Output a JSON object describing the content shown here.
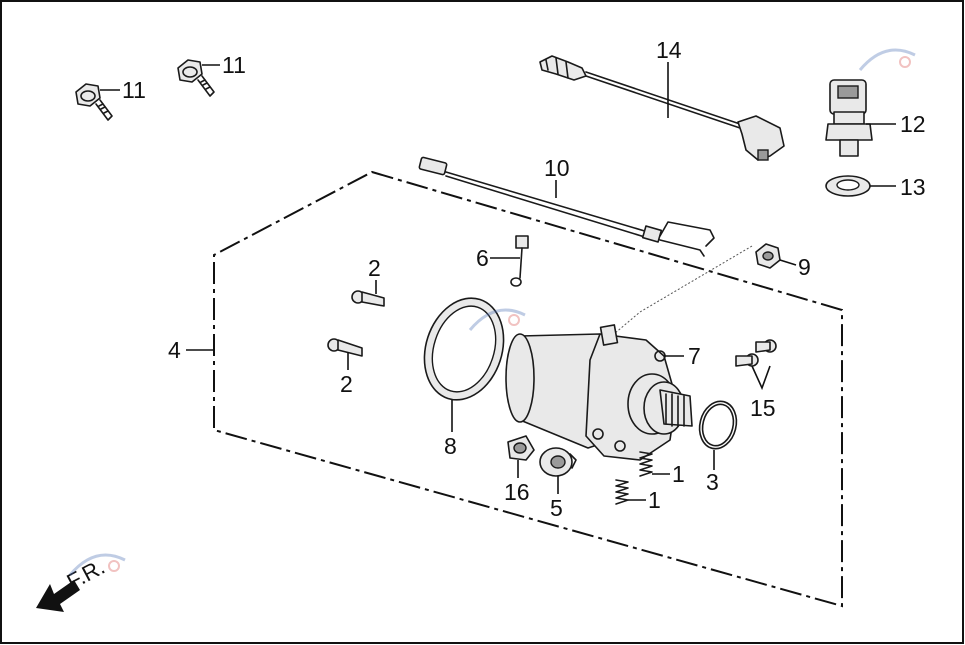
{
  "labels": {
    "p1a": "1",
    "p1b": "1",
    "p2a": "2",
    "p2b": "2",
    "p3": "3",
    "p4": "4",
    "p5": "5",
    "p6": "6",
    "p7": "7",
    "p8": "8",
    "p9": "9",
    "p10": "10",
    "p11a": "11",
    "p11b": "11",
    "p12": "12",
    "p13": "13",
    "p14": "14",
    "p15": "15",
    "p16": "16"
  },
  "direction": {
    "text": "F.R."
  },
  "colors": {
    "line": "#1a1a1a",
    "frame": "#111111",
    "watermark_red": "#d9534f",
    "watermark_blue": "#4a6fb5"
  }
}
